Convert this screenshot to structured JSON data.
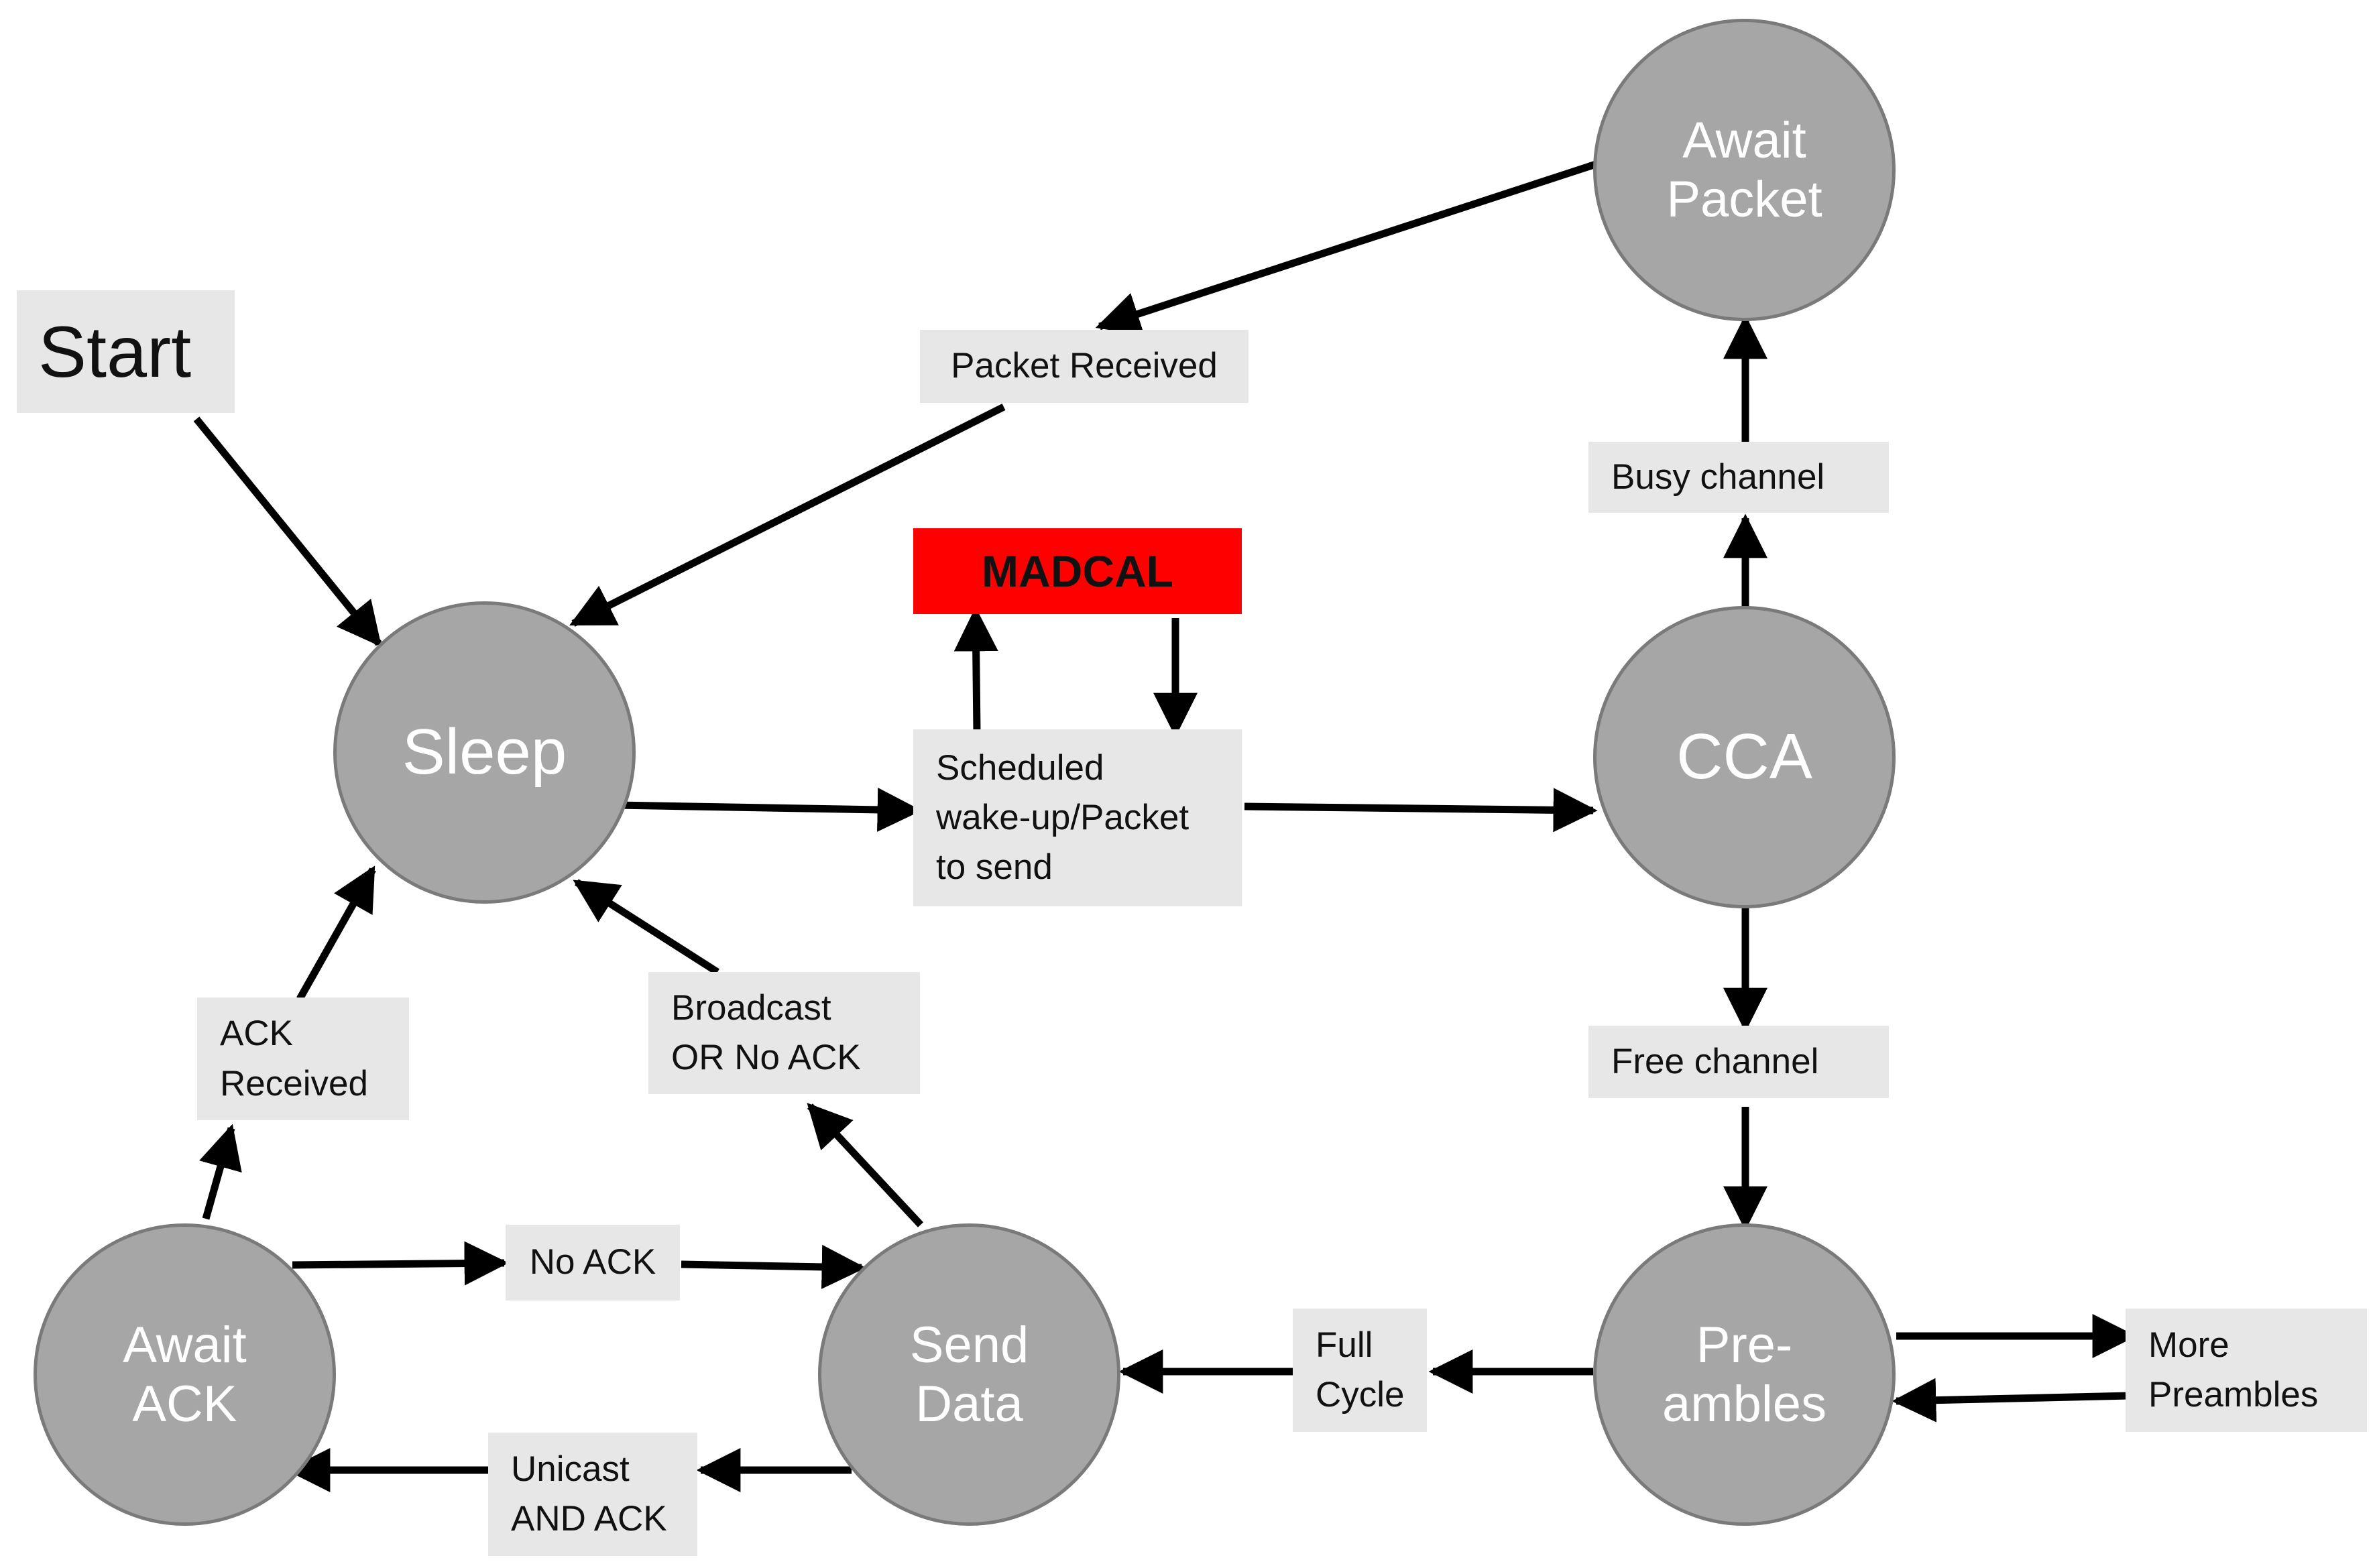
{
  "states": {
    "sleep": "Sleep",
    "cca": "CCA",
    "await_packet": "Await\nPacket",
    "preambles": "Pre-\nambles",
    "send_data": "Send\nData",
    "await_ack": "Await\nACK"
  },
  "labels": {
    "start": "Start",
    "packet_received": "Packet Received",
    "madcal": "MADCAL",
    "scheduled": "Scheduled\nwake-up/Packet\nto send",
    "busy_channel": "Busy channel",
    "free_channel": "Free channel",
    "more_preambles": "More\nPreambles",
    "full_cycle": "Full\nCycle",
    "broadcast_no_ack": "Broadcast\nOR No ACK",
    "ack_received": "ACK\nReceived",
    "no_ack": "No ACK",
    "unicast_and_ack": "Unicast\nAND ACK"
  },
  "colors": {
    "state_fill": "#a6a6a6",
    "state_border": "#7a7a7a",
    "label_fill": "#e7e7e7",
    "madcal_fill": "#ff0000",
    "arrow": "#000000"
  }
}
